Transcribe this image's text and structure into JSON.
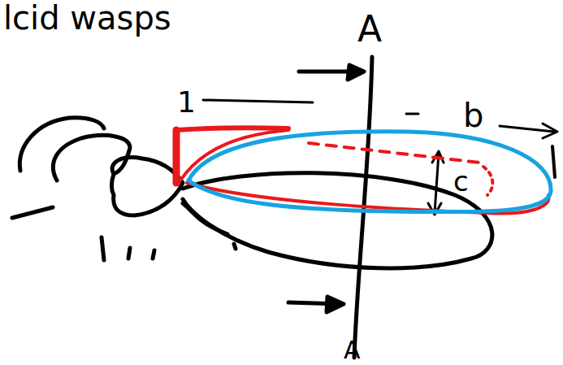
{
  "diagram": {
    "title": "lcid wasps",
    "labels": [
      "A",
      "1",
      "b",
      "c",
      "A"
    ]
  }
}
